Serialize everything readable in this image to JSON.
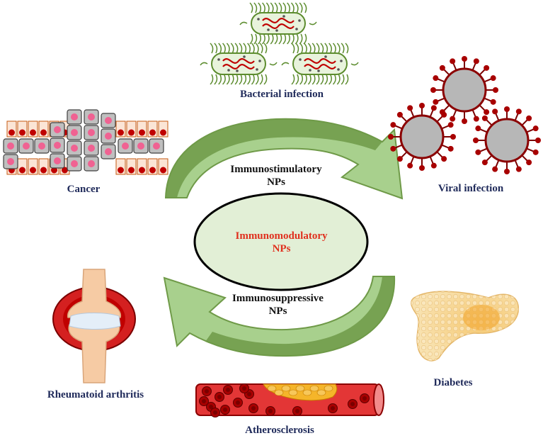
{
  "center": {
    "title_line1": "Immunomodulatory",
    "title_line2": "NPs",
    "title_color": "#e0301e",
    "fill_color": "#e2efd6"
  },
  "arrows": {
    "top_label_line1": "Immunostimulatory",
    "top_label_line2": "NPs",
    "bottom_label_line1": "Immunosuppressive",
    "bottom_label_line2": "NPs",
    "dark_green": "#6f9a48",
    "light_green": "#a8d08d"
  },
  "conditions": {
    "bacterial": "Bacterial infection",
    "viral": "Viral infection",
    "cancer": "Cancer",
    "arthritis": "Rheumatoid arthritis",
    "atherosclerosis": "Atherosclerosis",
    "diabetes": "Diabetes"
  },
  "colors": {
    "label_text": "#1f2a5a",
    "blood_red": "#c00000",
    "virus_gray": "#b7b7b7",
    "fat_orange": "#f5b52a"
  }
}
